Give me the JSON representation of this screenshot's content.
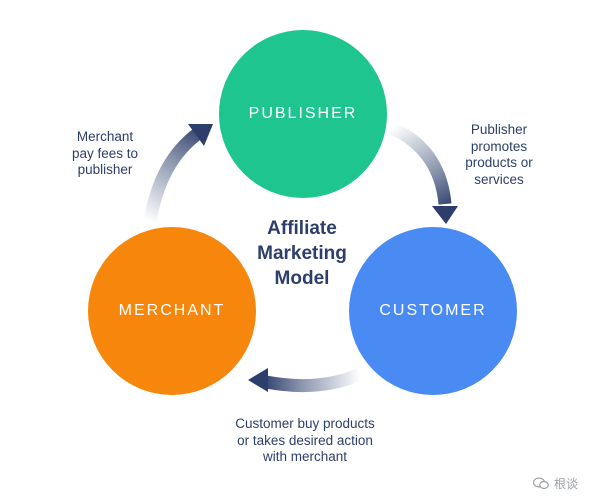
{
  "diagram": {
    "center_title": [
      "Affiliate",
      "Marketing",
      "Model"
    ],
    "nodes": {
      "publisher": {
        "label": "PUBLISHER",
        "color": "#1fc58e"
      },
      "merchant": {
        "label": "MERCHANT",
        "color": "#f7860d"
      },
      "customer": {
        "label": "CUSTOMER",
        "color": "#4a8bf3"
      }
    },
    "edges": {
      "merchant_to_publisher": [
        "Merchant",
        "pay fees to",
        "publisher"
      ],
      "publisher_to_customer": [
        "Publisher",
        "promotes",
        "products or",
        "services"
      ],
      "customer_to_merchant": [
        "Customer buy products",
        "or takes desired action",
        "with merchant"
      ]
    },
    "arrow_color": "#2c3e6b"
  },
  "watermark": {
    "text": "根谈"
  }
}
